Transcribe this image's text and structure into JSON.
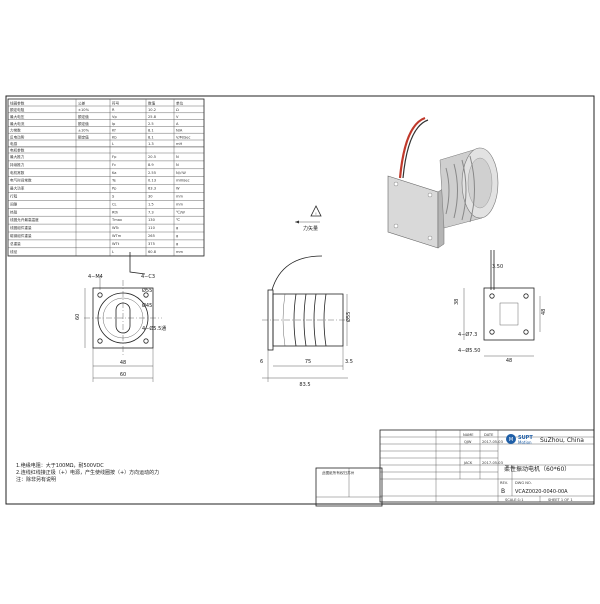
{
  "spec_table": {
    "headers": [
      "线圈参数",
      "公差",
      "符号",
      "数值",
      "单位"
    ],
    "rows": [
      [
        "额定电阻",
        "±10%",
        "R",
        "10.2",
        "Ω"
      ],
      [
        "最大电压",
        "额定值",
        "Vp",
        "25.8",
        "V"
      ],
      [
        "最大电流",
        "额定值",
        "Ip",
        "2.5",
        "A"
      ],
      [
        "力常数",
        "±10%",
        "Kf",
        "8.1",
        "N/A"
      ],
      [
        "反电动势",
        "额定值",
        "Kb",
        "8.1",
        "V/M/Sec"
      ],
      [
        "电感",
        "",
        "L",
        "1.3",
        "mH"
      ]
    ],
    "section2": "电机参数",
    "rows2": [
      [
        "最大推力",
        "",
        "Fp",
        "20.5",
        "N"
      ],
      [
        "持续推力",
        "",
        "Fc",
        "8.9",
        "N"
      ],
      [
        "电机常数",
        "",
        "Ka",
        "2.55",
        "N/√W"
      ],
      [
        "电气时间常数",
        "",
        "Te",
        "0.13",
        "millisec"
      ],
      [
        "最大功率",
        "",
        "Pp",
        "63.3",
        "W"
      ],
      [
        "行程",
        "",
        "S",
        "30",
        "mm"
      ],
      [
        "间隙",
        "",
        "CL",
        "1.5",
        "mm"
      ],
      [
        "热阻",
        "",
        "Rth",
        "7.3",
        "℃/W"
      ],
      [
        "线圈允许最高温度",
        "",
        "Tmax",
        "130",
        "℃"
      ],
      [
        "线圈组件重量",
        "",
        "WTc",
        "110",
        "g"
      ],
      [
        "磁钢组件重量",
        "",
        "WTm",
        "265",
        "g"
      ],
      [
        "总重量",
        "",
        "WTt",
        "375",
        "g"
      ],
      [
        "线径",
        "",
        "L",
        "60.8",
        "mm"
      ]
    ]
  },
  "views": {
    "force_label": "力矢量",
    "end_view": {
      "holes": "4−M4",
      "bolt": "4−C3",
      "od": "Ø55",
      "pcd": "Ø45",
      "depth": "4−Ø5.5通",
      "height": "60",
      "inner_w": "48",
      "width": "60"
    },
    "side_view": {
      "dia": "Ø55",
      "flange": "6",
      "body": "75",
      "stroke": "3.5",
      "overall": "83.5"
    },
    "rear_view": {
      "lead": "3.50",
      "height": "38",
      "pitch": "48",
      "hole1": "4−Ø7.3",
      "hole2": "4−Ø5.50",
      "width": "48"
    }
  },
  "notes": [
    "1.绝缘电阻：大于100MΩ，耐500VDC",
    "2.连线红线接正极（+）电源，产生使线圈按（+）方向运动的力",
    "注：除非另有说明"
  ],
  "title_block": {
    "rev_note": "此图纸所有权归苏州",
    "name_hdr": "NAME",
    "date_hdr": "DATE",
    "designer": "QJW",
    "date1": "2017-05-03",
    "checker": "JACK",
    "date2": "2017-05-03",
    "logo_mark": "M",
    "logo_top": "SUPT",
    "logo_bottom": "Motion",
    "location": "SuZhou, China",
    "title": "柔性振动电机（60*60）",
    "rev_hdr": "REV.",
    "rev": "B",
    "dwg_no_hdr": "DWG NO.",
    "dwg_no": "VCAZ0020-0040-00A",
    "scale": "SCALE:1:1",
    "sheet": "SHEET 1 OF 1"
  }
}
